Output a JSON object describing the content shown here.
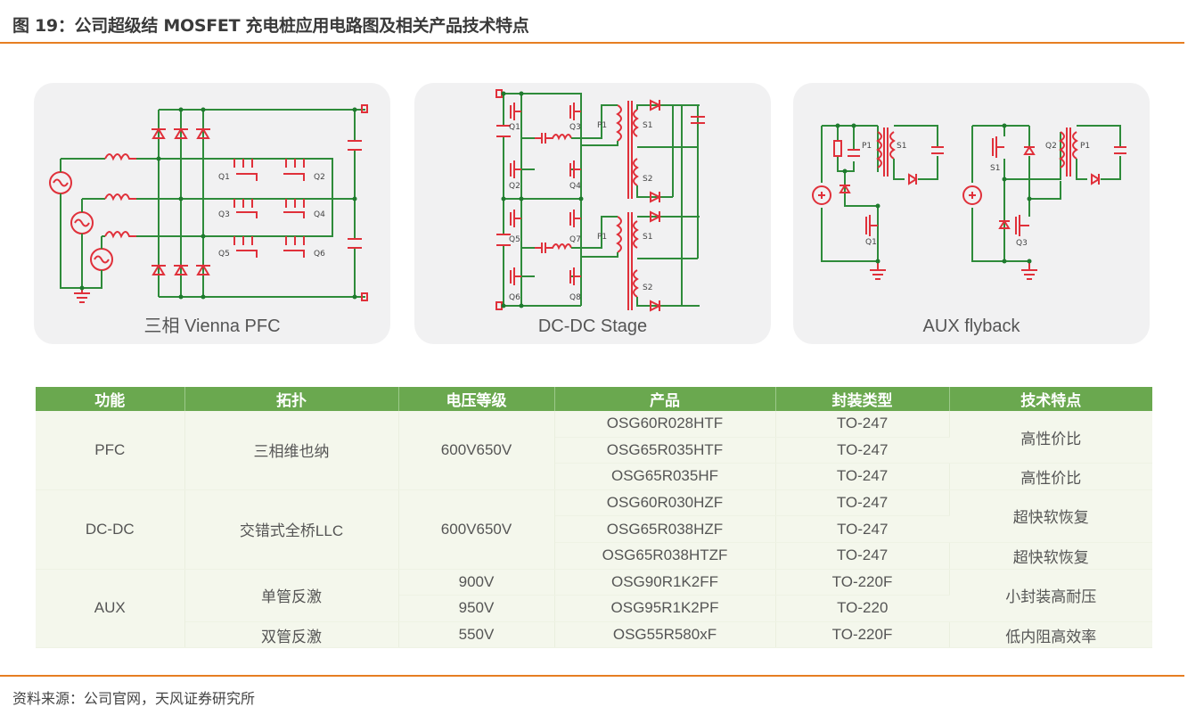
{
  "figure": {
    "title": "图 19：公司超级结 MOSFET 充电桩应用电路图及相关产品技术特点",
    "source": "资料来源：公司官网，天风证券研究所"
  },
  "colors": {
    "accent_rule": "#e67e22",
    "table_header": "#6aa84f",
    "table_body": "#f4f7ec",
    "wire": "#2e8b3a",
    "component": "#e0303a",
    "panel_bg": "#f1f1f2"
  },
  "panels": [
    {
      "caption": "三相 Vienna  PFC",
      "labels": [
        "Q1",
        "Q2",
        "Q3",
        "Q4",
        "Q5",
        "Q6"
      ]
    },
    {
      "caption": "DC-DC Stage",
      "labels": [
        "Q1",
        "Q3",
        "Q2",
        "Q4",
        "Q5",
        "Q7",
        "Q6",
        "Q8",
        "P1",
        "S1",
        "S2",
        "P1",
        "S1",
        "S2"
      ]
    },
    {
      "caption": "AUX flyback",
      "labels": [
        "P1",
        "S1",
        "Q1",
        "Q2",
        "P1",
        "S1",
        "Q3"
      ]
    }
  ],
  "table": {
    "headers": [
      "功能",
      "拓扑",
      "电压等级",
      "产品",
      "封装类型",
      "技术特点"
    ],
    "groups": [
      {
        "function": "PFC",
        "topology": "三相维也纳",
        "voltage": "600V650V"
      },
      {
        "function": "DC-DC",
        "topology": "交错式全桥LLC",
        "voltage": "600V650V"
      },
      {
        "function": "AUX",
        "topologies": [
          "单管反激",
          "双管反激"
        ],
        "voltages": [
          "900V",
          "950V",
          "550V"
        ]
      }
    ],
    "rows": [
      {
        "product": "OSG60R028HTF",
        "package": "TO-247"
      },
      {
        "product": "OSG65R035HTF",
        "package": "TO-247"
      },
      {
        "product": "OSG65R035HF",
        "package": "TO-247"
      },
      {
        "product": "OSG60R030HZF",
        "package": "TO-247"
      },
      {
        "product": "OSG65R038HZF",
        "package": "TO-247"
      },
      {
        "product": "OSG65R038HTZF",
        "package": "TO-247"
      },
      {
        "product": "OSG90R1K2FF",
        "package": "TO-220F"
      },
      {
        "product": "OSG95R1K2PF",
        "package": "TO-220"
      },
      {
        "product": "OSG55R580xF",
        "package": "TO-220F"
      }
    ],
    "features": [
      "高性价比",
      "高性价比",
      "超快软恢复",
      "超快软恢复",
      "小封装高耐压",
      "低内阻高效率"
    ]
  }
}
